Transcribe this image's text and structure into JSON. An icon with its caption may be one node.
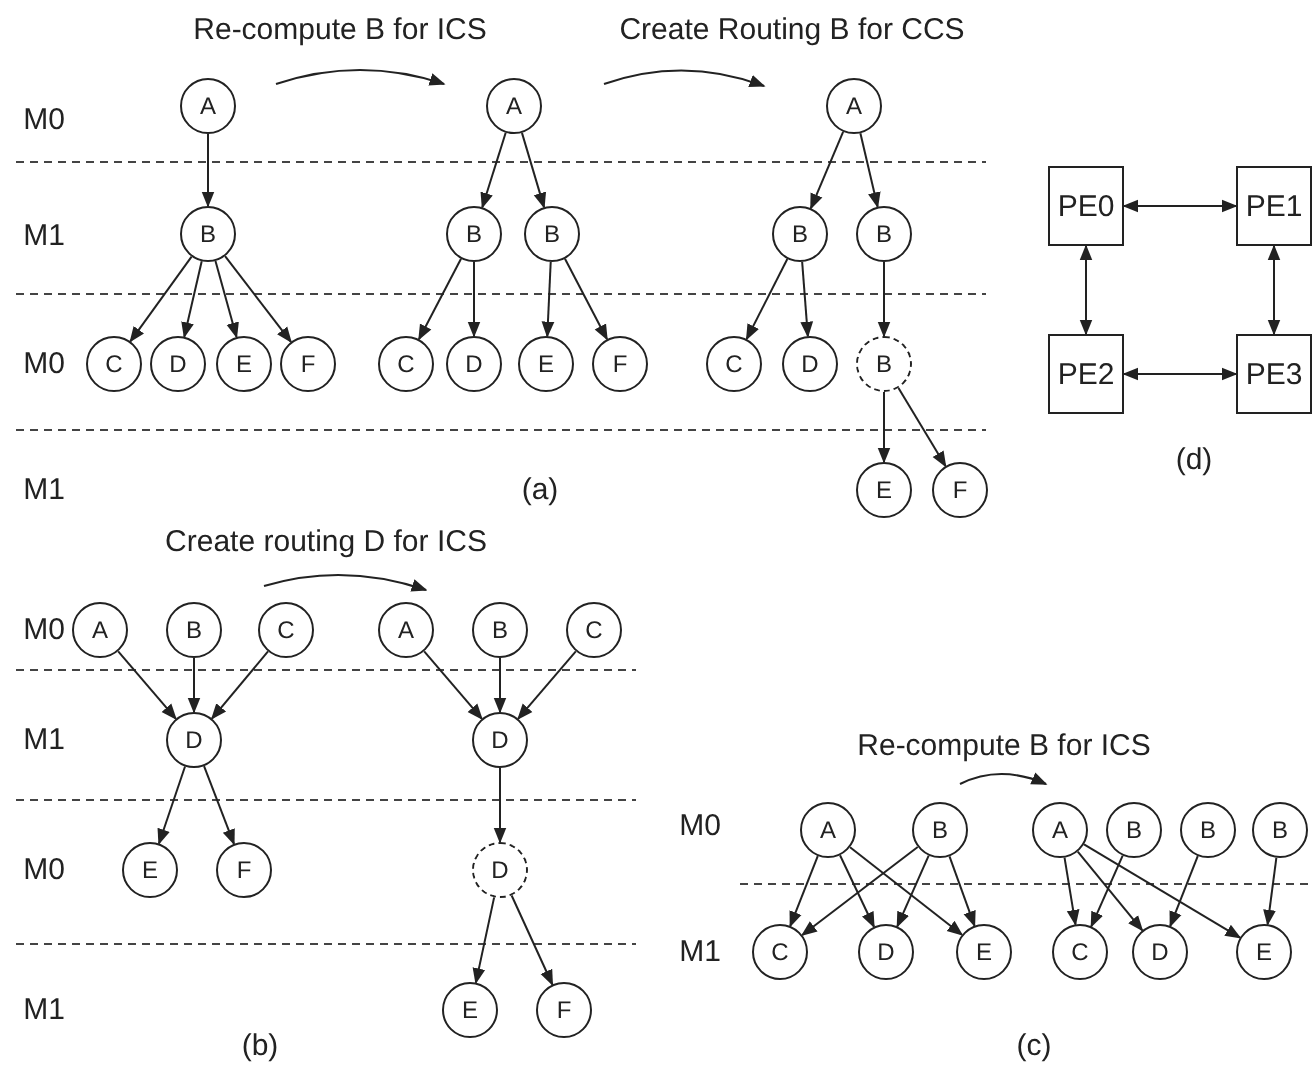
{
  "diagram": {
    "nodes": [
      {
        "text": [
          "A"
        ]
      },
      {
        "text": [
          "B"
        ]
      },
      {
        "text": [
          "C"
        ]
      },
      {
        "text": [
          "D"
        ]
      },
      {
        "text": [
          "E"
        ]
      },
      {
        "text": [
          "F"
        ]
      },
      {
        "text": [
          "A"
        ]
      },
      {
        "text": [
          "B"
        ]
      },
      {
        "text": [
          "B"
        ]
      },
      {
        "text": [
          "C"
        ]
      },
      {
        "text": [
          "D"
        ]
      },
      {
        "text": [
          "E"
        ]
      },
      {
        "text": [
          "F"
        ]
      },
      {
        "text": [
          "A"
        ]
      },
      {
        "text": [
          "B"
        ]
      },
      {
        "text": [
          "B"
        ]
      },
      {
        "text": [
          "C"
        ]
      },
      {
        "text": [
          "D"
        ]
      },
      {
        "text": [
          "B"
        ]
      },
      {
        "text": [
          "E"
        ]
      },
      {
        "text": [
          "F"
        ]
      },
      {
        "text": [
          "PE0"
        ]
      },
      {
        "text": [
          "PE1"
        ]
      },
      {
        "text": [
          "PE2"
        ]
      },
      {
        "text": [
          "PE3"
        ]
      },
      {
        "text": [
          "A"
        ]
      },
      {
        "text": [
          "B"
        ]
      },
      {
        "text": [
          "C"
        ]
      },
      {
        "text": [
          "D"
        ]
      },
      {
        "text": [
          "E"
        ]
      },
      {
        "text": [
          "F"
        ]
      },
      {
        "text": [
          "A"
        ]
      },
      {
        "text": [
          "B"
        ]
      },
      {
        "text": [
          "C"
        ]
      },
      {
        "text": [
          "D"
        ]
      },
      {
        "text": [
          "D"
        ]
      },
      {
        "text": [
          "E"
        ]
      },
      {
        "text": [
          "F"
        ]
      },
      {
        "text": [
          "A"
        ]
      },
      {
        "text": [
          "B"
        ]
      },
      {
        "text": [
          "C"
        ]
      },
      {
        "text": [
          "D"
        ]
      },
      {
        "text": [
          "E"
        ]
      },
      {
        "text": [
          "A"
        ]
      },
      {
        "text": [
          "B"
        ]
      },
      {
        "text": [
          "B"
        ]
      },
      {
        "text": [
          "B"
        ]
      },
      {
        "text": [
          "C"
        ]
      },
      {
        "text": [
          "D"
        ]
      },
      {
        "text": [
          "E"
        ]
      }
    ],
    "edges": [
      {
        "from": 0,
        "to": 1,
        "arrow": "to"
      },
      {
        "from": 1,
        "to": 2,
        "arrow": "to"
      },
      {
        "from": 1,
        "to": 3,
        "arrow": "to"
      },
      {
        "from": 1,
        "to": 4,
        "arrow": "to"
      },
      {
        "from": 1,
        "to": 5,
        "arrow": "to"
      },
      {
        "from": 6,
        "to": 7,
        "arrow": "to"
      },
      {
        "from": 6,
        "to": 8,
        "arrow": "to"
      },
      {
        "from": 7,
        "to": 9,
        "arrow": "to"
      },
      {
        "from": 7,
        "to": 10,
        "arrow": "to"
      },
      {
        "from": 8,
        "to": 11,
        "arrow": "to"
      },
      {
        "from": 8,
        "to": 12,
        "arrow": "to"
      },
      {
        "from": 13,
        "to": 14,
        "arrow": "to"
      },
      {
        "from": 13,
        "to": 15,
        "arrow": "to"
      },
      {
        "from": 14,
        "to": 16,
        "arrow": "to"
      },
      {
        "from": 14,
        "to": 17,
        "arrow": "to"
      },
      {
        "from": 15,
        "to": 18,
        "arrow": "to"
      },
      {
        "from": 18,
        "to": 19,
        "arrow": "to"
      },
      {
        "from": 18,
        "to": 20,
        "arrow": "to"
      },
      {
        "from": 21,
        "to": 22,
        "arrow": "both"
      },
      {
        "from": 21,
        "to": 23,
        "arrow": "both"
      },
      {
        "from": 22,
        "to": 24,
        "arrow": "both"
      },
      {
        "from": 23,
        "to": 24,
        "arrow": "both"
      },
      {
        "from": 25,
        "to": 28,
        "arrow": "to"
      },
      {
        "from": 26,
        "to": 28,
        "arrow": "to"
      },
      {
        "from": 27,
        "to": 28,
        "arrow": "to"
      },
      {
        "from": 28,
        "to": 29,
        "arrow": "to"
      },
      {
        "from": 28,
        "to": 30,
        "arrow": "to"
      },
      {
        "from": 31,
        "to": 34,
        "arrow": "to"
      },
      {
        "from": 32,
        "to": 34,
        "arrow": "to"
      },
      {
        "from": 33,
        "to": 34,
        "arrow": "to"
      },
      {
        "from": 34,
        "to": 35,
        "arrow": "to"
      },
      {
        "from": 35,
        "to": 36,
        "arrow": "to"
      },
      {
        "from": 35,
        "to": 37,
        "arrow": "to"
      },
      {
        "from": 38,
        "to": 40,
        "arrow": "to"
      },
      {
        "from": 38,
        "to": 41,
        "arrow": "to"
      },
      {
        "from": 38,
        "to": 42,
        "arrow": "to"
      },
      {
        "from": 39,
        "to": 40,
        "arrow": "to"
      },
      {
        "from": 39,
        "to": 41,
        "arrow": "to"
      },
      {
        "from": 39,
        "to": 42,
        "arrow": "to"
      },
      {
        "from": 43,
        "to": 47,
        "arrow": "to"
      },
      {
        "from": 43,
        "to": 48,
        "arrow": "to"
      },
      {
        "from": 43,
        "to": 49,
        "arrow": "to"
      },
      {
        "from": 44,
        "to": 47,
        "arrow": "to"
      },
      {
        "from": 45,
        "to": 48,
        "arrow": "to"
      },
      {
        "from": 46,
        "to": 49,
        "arrow": "to"
      }
    ],
    "labels": [
      "Re-compute B for ICS",
      "Create Routing B for CCS",
      "M0",
      "M1",
      "M0",
      "M1",
      "(a)",
      "(d)",
      "Create routing D for ICS",
      "M0",
      "M1",
      "M0",
      "M1",
      "(b)",
      "Re-compute B for ICS",
      "M0",
      "M1",
      "(c)"
    ]
  }
}
